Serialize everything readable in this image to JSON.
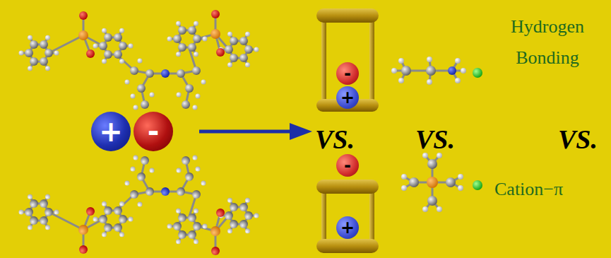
{
  "diagram": {
    "nodes": [
      {
        "text": [
          "+"
        ]
      },
      {
        "text": [
          "-"
        ]
      },
      {
        "text": [
          "-"
        ]
      },
      {
        "text": [
          "+"
        ]
      },
      {
        "text": [
          "-"
        ]
      },
      {
        "text": [
          "+"
        ]
      }
    ],
    "labels": [
      "VS.",
      "VS.",
      "VS.",
      "Hydrogen Bonding",
      "Cation−π"
    ]
  }
}
